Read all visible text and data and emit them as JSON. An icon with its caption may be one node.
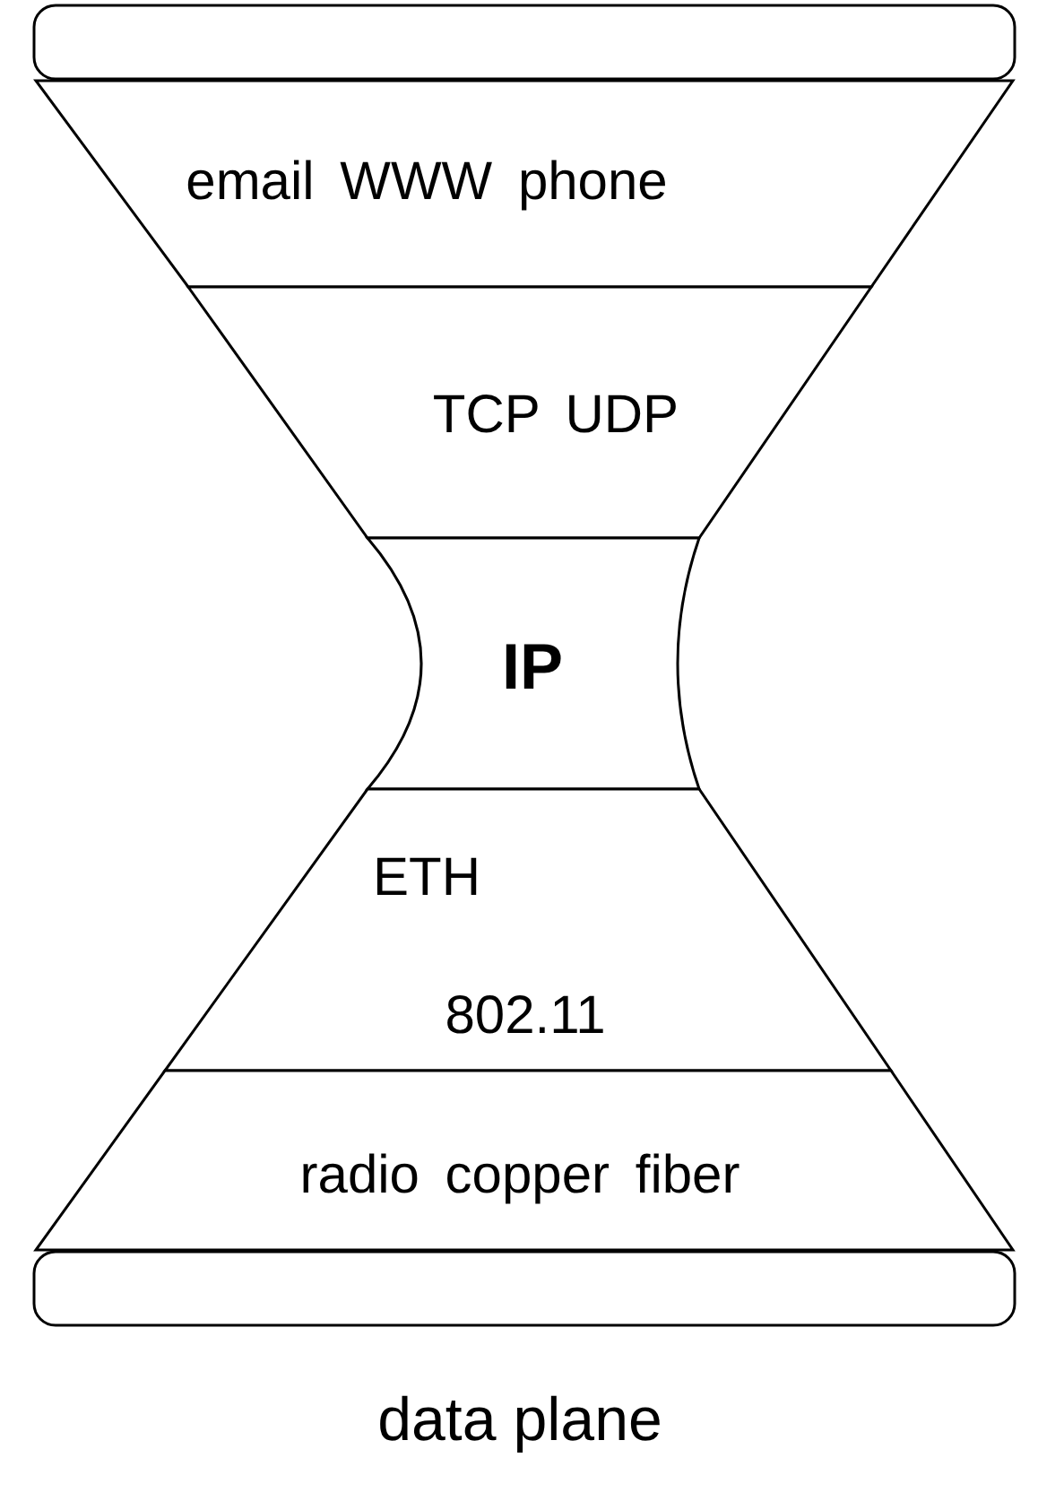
{
  "diagram": {
    "caption": "data plane",
    "nodes": [
      {
        "text": [],
        "shape": "bar"
      },
      {
        "text": [
          "email WWW phone"
        ]
      },
      {
        "text": [
          "TCP UDP"
        ]
      },
      {
        "text": [
          "IP"
        ]
      },
      {
        "text": [
          "ETH",
          "802.11"
        ]
      },
      {
        "text": [
          "radio copper fiber"
        ]
      },
      {
        "text": [],
        "shape": "bar"
      }
    ]
  }
}
